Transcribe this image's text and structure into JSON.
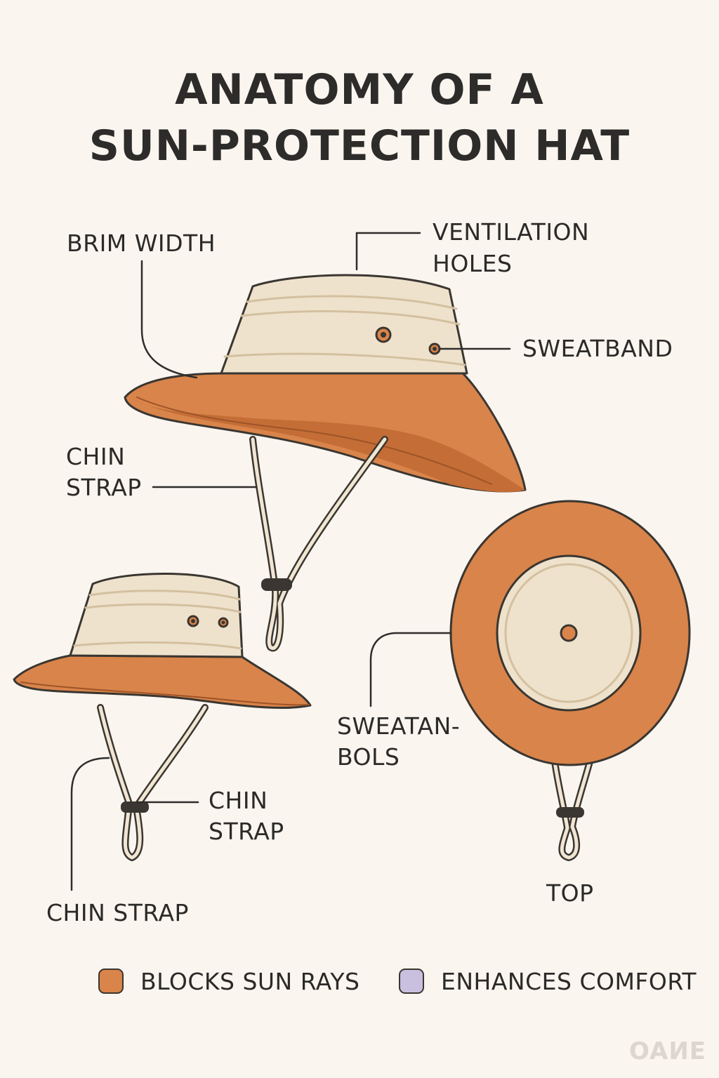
{
  "title": {
    "line1": "ANATOMY OF A",
    "line2": "SUN-PROTECTION HAT"
  },
  "labels": {
    "brim_width": "BRIM WIDTH",
    "ventilation_line1": "VENTILATION",
    "ventilation_line2": "HOLES",
    "sweatband": "SWEATBAND",
    "chin_strap_top_line1": "CHIN",
    "chin_strap_top_line2": "STRAP",
    "chin_strap_mid_line1": "CHIN",
    "chin_strap_mid_line2": "STRAP",
    "chin_strap_bottom": "CHIN STRAP",
    "sweatan_line1": "SWEATAN-",
    "sweatan_line2": "BOLS",
    "top_view": "TOP"
  },
  "legend": [
    {
      "label": "BLOCKS SUN RAYS",
      "color": "#d9844a"
    },
    {
      "label": "ENHANCES COMFORT",
      "color": "#c9c0e0"
    }
  ],
  "watermark": "OAИE",
  "colors": {
    "brim": "#d9844a",
    "brim_inner": "#c46d36",
    "crown": "#eee2cc",
    "crown_stripe": "#d9c7a8",
    "strap": "#f1e6d2",
    "outline": "#3a3631",
    "background": "#faf5ef"
  },
  "icons": [
    "ventilation-hole-icon",
    "strap-toggle-icon"
  ]
}
